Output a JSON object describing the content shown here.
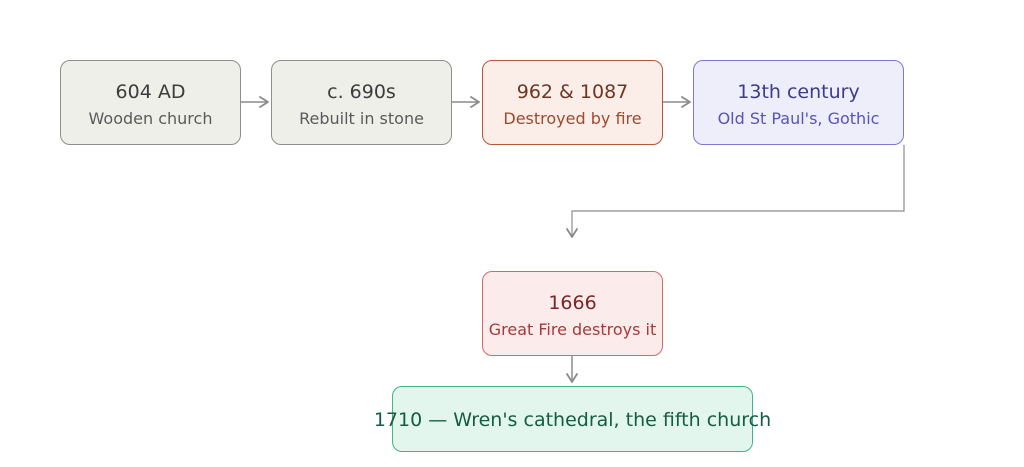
{
  "nodes": [
    {
      "id": "n604",
      "title": "604 AD",
      "subtitle": "Wooden church",
      "fill": "#efefea",
      "stroke": "#8e8e8a",
      "title_color": "#3c3c3c",
      "subtitle_color": "#5a5a5a"
    },
    {
      "id": "n690",
      "title": "c. 690s",
      "subtitle": "Rebuilt in stone",
      "fill": "#efefea",
      "stroke": "#8e8e8a",
      "title_color": "#3c3c3c",
      "subtitle_color": "#5a5a5a"
    },
    {
      "id": "n962",
      "title": "962 & 1087",
      "subtitle": "Destroyed by fire",
      "fill": "#fbeee8",
      "stroke": "#b5573a",
      "title_color": "#6e3522",
      "subtitle_color": "#9e4a2e"
    },
    {
      "id": "n13c",
      "title": "13th century",
      "subtitle": "Old St Paul's, Gothic",
      "fill": "#eeeefb",
      "stroke": "#7b78d6",
      "title_color": "#3d3b8a",
      "subtitle_color": "#5753b8"
    },
    {
      "id": "n1666",
      "title": "1666",
      "subtitle": "Great Fire destroys it",
      "fill": "#fcebeb",
      "stroke": "#d36a6a",
      "title_color": "#7a2626",
      "subtitle_color": "#a63a3a"
    },
    {
      "id": "n1710",
      "title": "1710 — Wren's cathedral, the fifth church",
      "subtitle": "",
      "fill": "#e3f6ee",
      "stroke": "#3fb58a",
      "title_color": "#145c43",
      "subtitle_color": "#145c43"
    }
  ],
  "edges": [
    {
      "from": "n604",
      "to": "n690"
    },
    {
      "from": "n690",
      "to": "n962"
    },
    {
      "from": "n962",
      "to": "n13c"
    },
    {
      "from": "n13c",
      "to": "n1666"
    },
    {
      "from": "n1666",
      "to": "n1710"
    }
  ],
  "colors": {
    "connector": "#8c8c8c"
  }
}
